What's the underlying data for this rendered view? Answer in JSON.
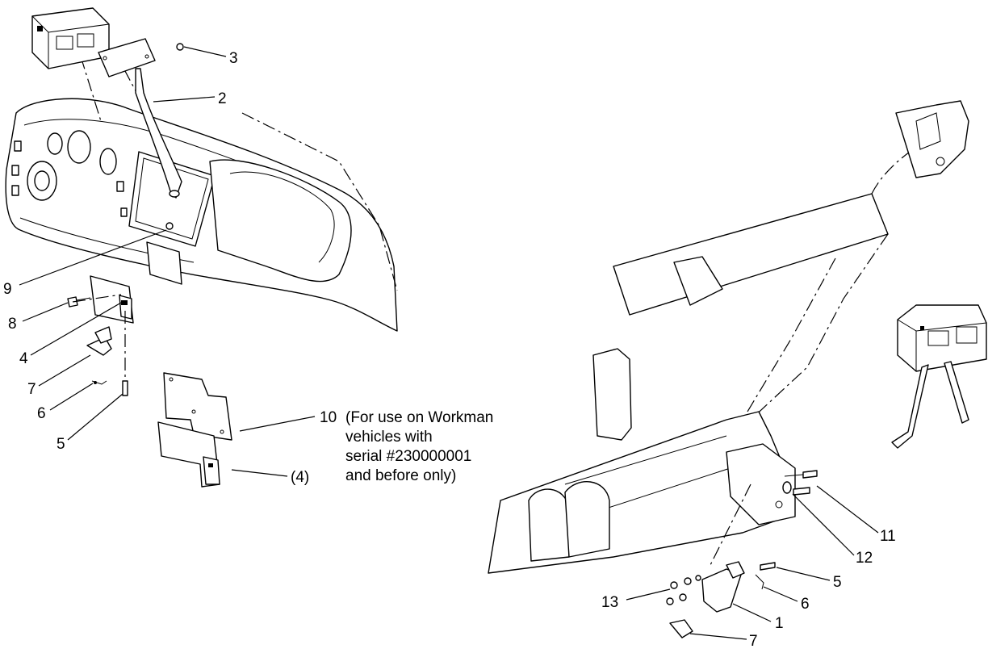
{
  "callouts": {
    "c1": "1",
    "c2": "2",
    "c3": "3",
    "c4": "4",
    "c4_alt": "(4)",
    "c5_left": "5",
    "c5_right": "5",
    "c6_left": "6",
    "c6_right": "6",
    "c7_left": "7",
    "c7_right": "7",
    "c8": "8",
    "c9": "9",
    "c10": "10",
    "c11": "11",
    "c12": "12",
    "c13": "13"
  },
  "note": {
    "line1": "(For use on Workman",
    "line2": "vehicles with",
    "line3": "serial #230000001",
    "line4": "and before only)"
  }
}
